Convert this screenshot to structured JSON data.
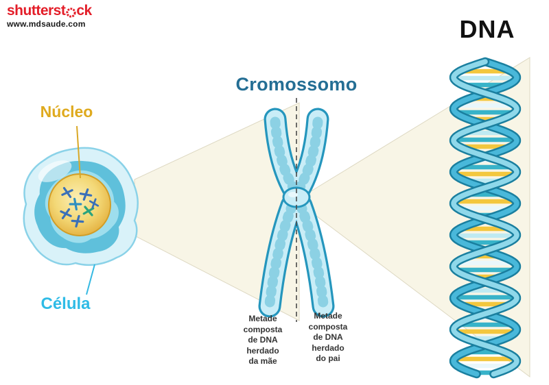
{
  "branding": {
    "logo_prefix": "shutterst",
    "logo_suffix": "ck",
    "website": "www.mdsaude.com"
  },
  "titles": {
    "dna": "DNA",
    "chromosome": "Cromossomo"
  },
  "labels": {
    "nucleus": "Núcleo",
    "cell": "Célula"
  },
  "captions": {
    "maternal": "Metade\ncomposta\nde DNA\nherdado\nda mãe",
    "paternal": "Metade\ncomposta\nde DNA\nherdado\ndo pai"
  },
  "colors": {
    "logo_red": "#e31d28",
    "nucleus_gold": "#dfaa1e",
    "cell_cyan": "#2fbbe6",
    "chromosome_label_blue": "#246e94",
    "chromosome_body_blue": "#c9edf7",
    "chromosome_outline_blue": "#2596bd",
    "helix_strand_blue": "#49b8da",
    "rung_yellow": "#f3c73e",
    "rung_teal": "#38b3c9",
    "beam_cream": "#f8f5e6"
  }
}
